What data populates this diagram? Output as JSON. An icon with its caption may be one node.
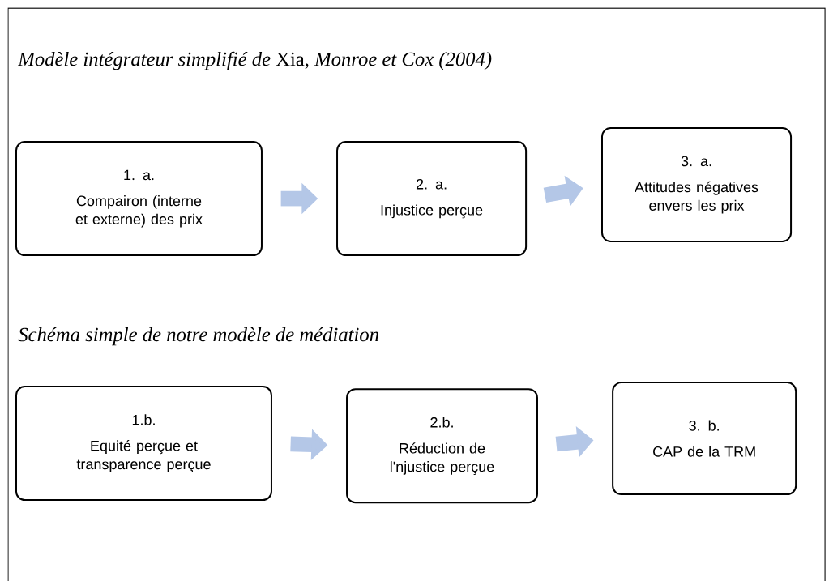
{
  "diagram": {
    "nodes": [
      {
        "text": [
          "1. a.",
          "Compairon (interne et externe) des prix"
        ]
      },
      {
        "text": [
          "2. a.",
          "Injustice perçue"
        ]
      },
      {
        "text": [
          "3. a.",
          "Attitudes négatives envers les prix"
        ]
      },
      {
        "text": [
          "1.b.",
          "Equité perçue et transparence perçue"
        ]
      },
      {
        "text": [
          "2.b.",
          "Réduction de l'njustice perçue"
        ]
      },
      {
        "text": [
          "3. b.",
          "CAP de la TRM"
        ]
      }
    ],
    "edges": [
      {
        "from": 0,
        "to": 1,
        "arrow": "to"
      },
      {
        "from": 1,
        "to": 2,
        "arrow": "to"
      },
      {
        "from": 3,
        "to": 4,
        "arrow": "to"
      },
      {
        "from": 4,
        "to": 5,
        "arrow": "to"
      }
    ],
    "labels": [
      "*Modèle intégrateur simplifié de* Xia, *Monroe et Cox (2004)*",
      "*Schéma simple de notre modèle de médiation*"
    ]
  }
}
